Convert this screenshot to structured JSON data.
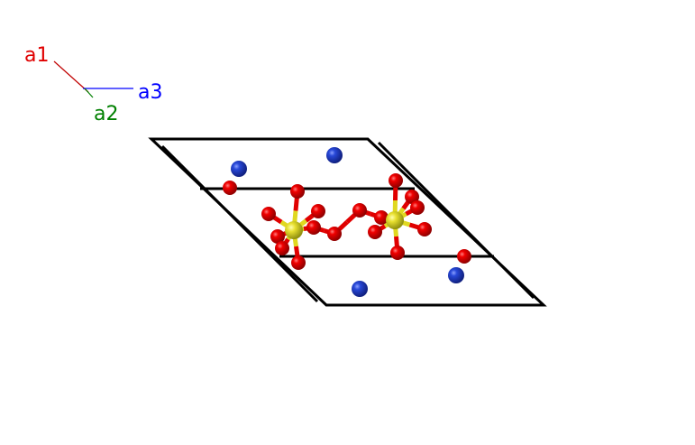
{
  "axes": {
    "a1": "a1",
    "a2": "a2",
    "a3": "a3"
  },
  "colors": {
    "a1": "#e00000",
    "a2": "#008000",
    "a3": "#0000ff",
    "oxygen": "#e80000",
    "sulfur": "#e8e030",
    "cation": "#2040d0",
    "cell": "#000000"
  }
}
